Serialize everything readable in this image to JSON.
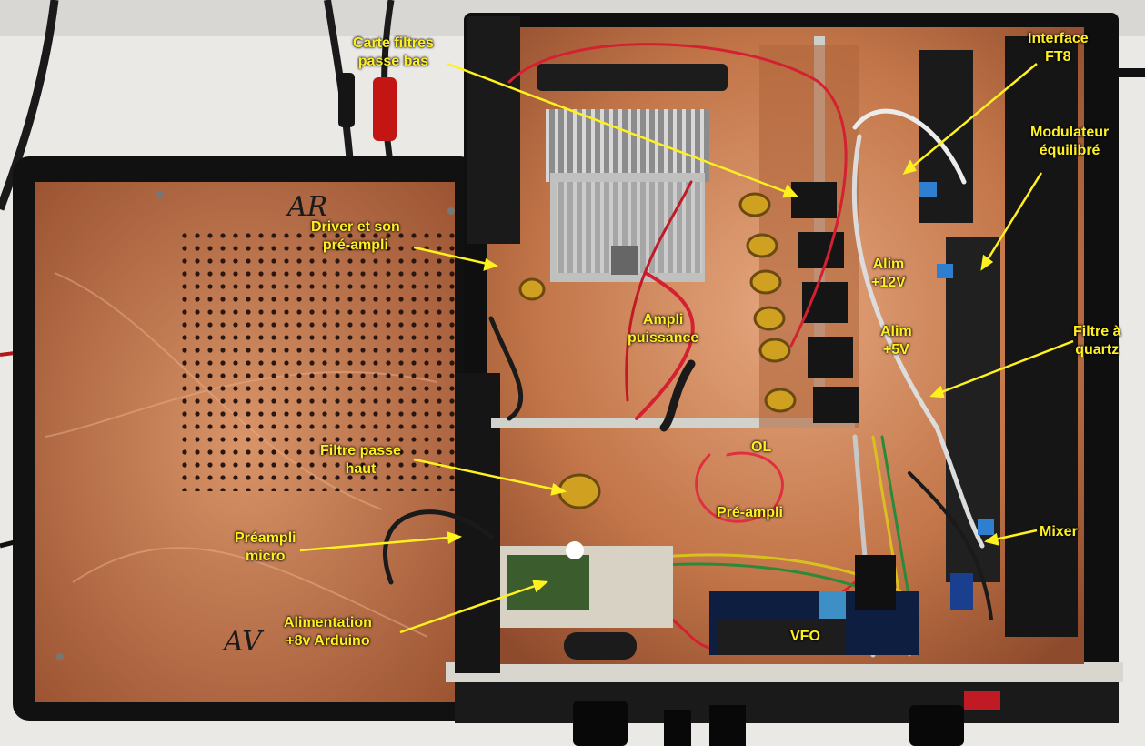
{
  "labels": {
    "carte_filtres": "Carte filtres\npasse bas",
    "interface_ft8": "Interface\nFT8",
    "modulateur": "Modulateur\néquilibré",
    "driver": "Driver et son\npré-ampli",
    "ampli": "Ampli\npuissance",
    "alim12": "Alim\n+12V",
    "alim5": "Alim\n+5V",
    "filtre_quartz": "Filtre à\nquartz",
    "filtre_passe_haut": "Filtre passe\nhaut",
    "ol": "OL",
    "preampli": "Pré-ampli",
    "mixer": "Mixer",
    "preampli_micro": "Préampli\nmicro",
    "alimentation": "Alimentation\n+8v Arduino",
    "vfo": "VFO"
  },
  "handwriting": {
    "back": "AR",
    "front": "AV"
  },
  "colors": {
    "label": "#fff020",
    "copper": "#c4784a",
    "case": "#141414"
  }
}
